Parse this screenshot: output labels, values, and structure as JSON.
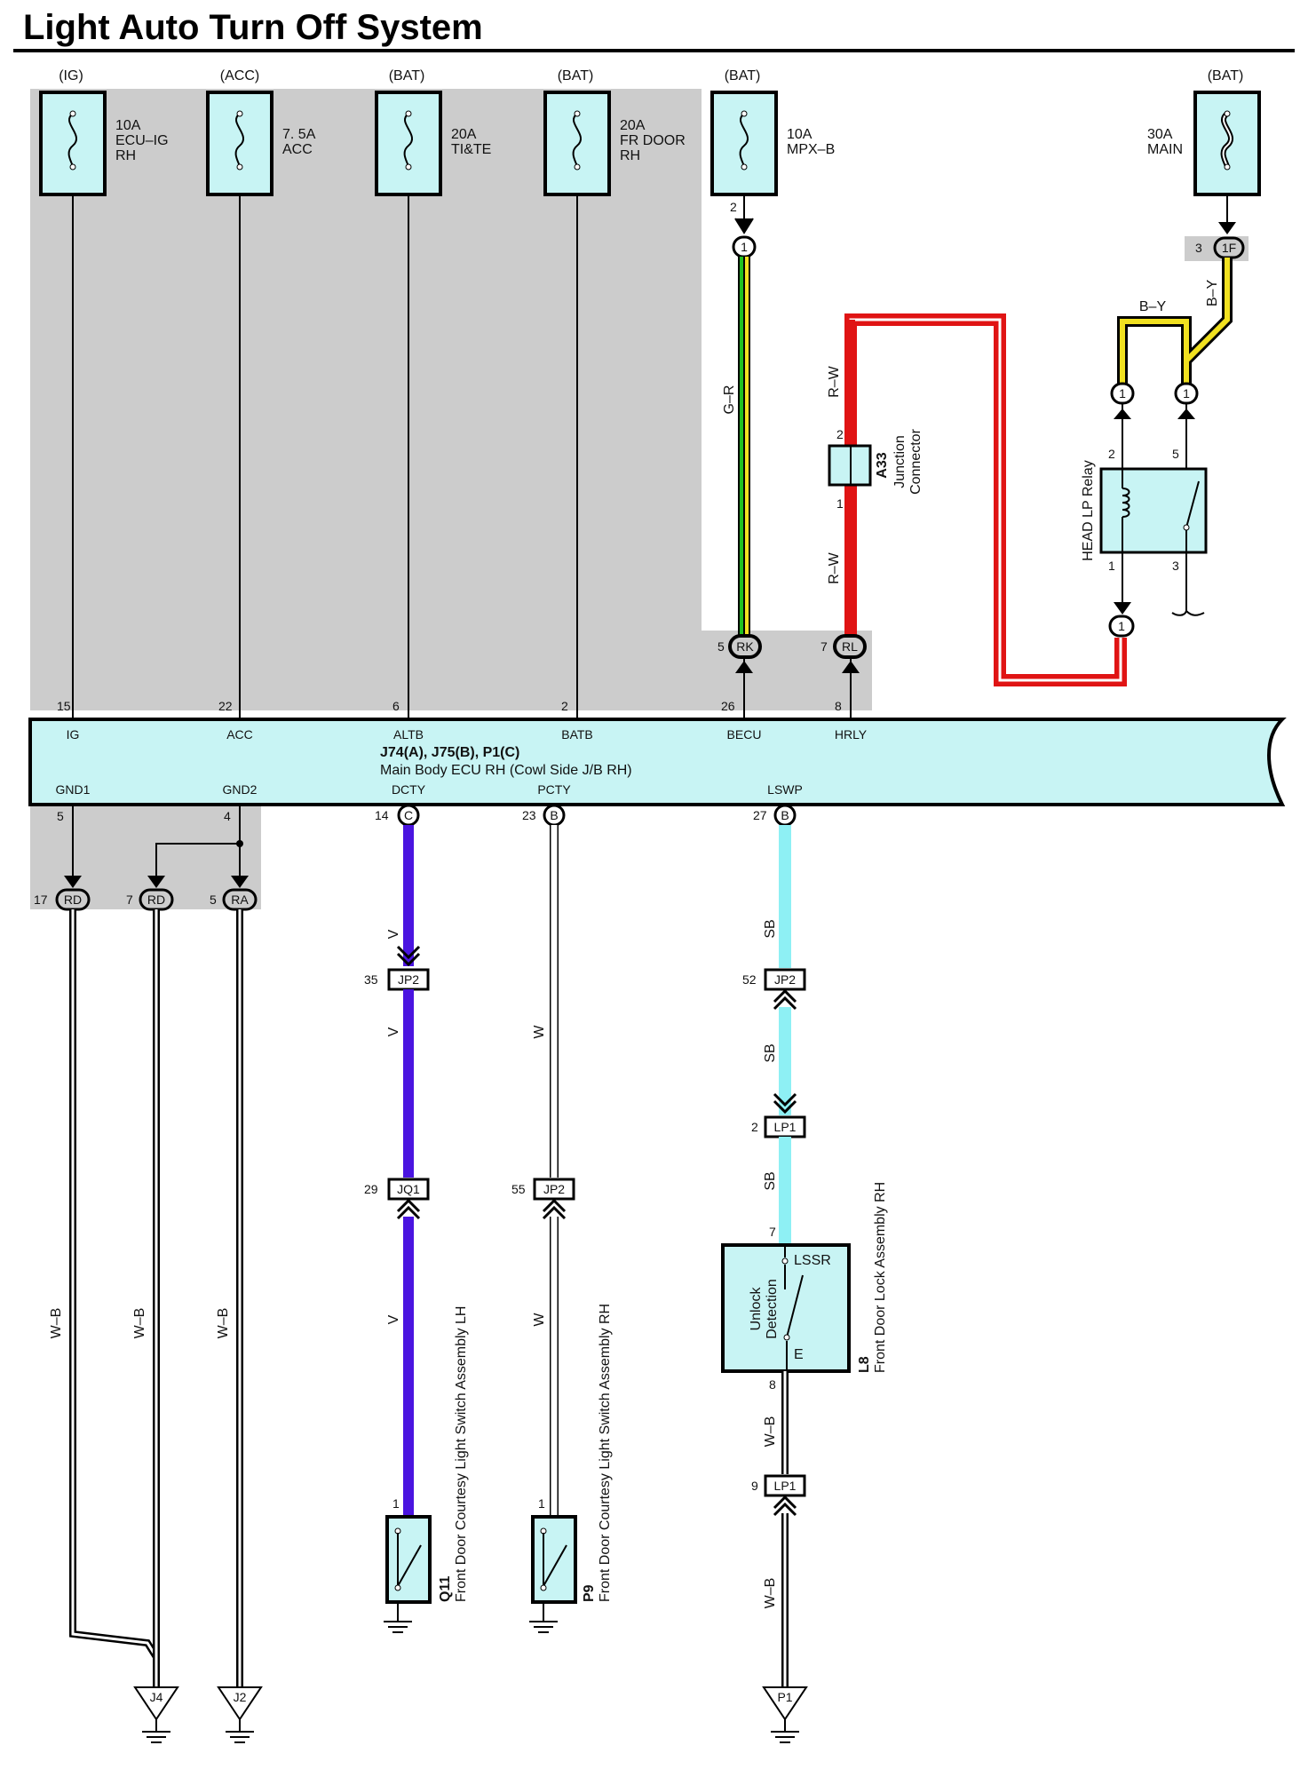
{
  "title": "Light Auto Turn Off System",
  "fuses": [
    {
      "source": "(IG)",
      "rating": "10A",
      "name1": "ECU–IG",
      "name2": "RH"
    },
    {
      "source": "(ACC)",
      "rating": "7. 5A",
      "name1": "ACC",
      "name2": ""
    },
    {
      "source": "(BAT)",
      "rating": "20A",
      "name1": "TI&TE",
      "name2": ""
    },
    {
      "source": "(BAT)",
      "rating": "20A",
      "name1": "FR DOOR",
      "name2": "RH"
    },
    {
      "source": "(BAT)",
      "rating": "10A",
      "name1": "MPX–B",
      "name2": ""
    },
    {
      "source": "(BAT)",
      "rating": "30A",
      "name1": "MAIN",
      "name2": ""
    }
  ],
  "ecu": {
    "id_line": "J74(A), J75(B), P1(C)",
    "name": "Main Body ECU RH (Cowl Side J/B RH)",
    "top_terms": [
      {
        "pin": "15",
        "label": "IG"
      },
      {
        "pin": "22",
        "label": "ACC"
      },
      {
        "pin": "6",
        "label": "ALTB"
      },
      {
        "pin": "2",
        "label": "BATB"
      },
      {
        "pin": "26",
        "label": "BECU"
      },
      {
        "pin": "8",
        "label": "HRLY"
      }
    ],
    "bottom_terms": [
      {
        "pin": "5",
        "label": "GND1"
      },
      {
        "pin": "4",
        "label": "GND2"
      },
      {
        "pin": "14",
        "label": "DCTY",
        "conn": "C"
      },
      {
        "pin": "23",
        "label": "PCTY",
        "conn": "B"
      },
      {
        "pin": "27",
        "label": "LSWP",
        "conn": "B"
      }
    ]
  },
  "connectors": {
    "mpx_pin": "2",
    "mpx_conn": "1",
    "main_pin": "3",
    "main_conn": "1F",
    "rk_pin": "5",
    "rk": "RK",
    "rl_pin": "7",
    "rl": "RL",
    "relay_conn": "1",
    "gnd": [
      {
        "pin": "17",
        "conn": "RD"
      },
      {
        "pin": "7",
        "conn": "RD"
      },
      {
        "pin": "5",
        "conn": "RA"
      }
    ],
    "dcty": [
      {
        "pin": "35",
        "conn": "JP2"
      },
      {
        "pin": "29",
        "conn": "JQ1"
      }
    ],
    "pcty": [
      {
        "pin": "55",
        "conn": "JP2"
      }
    ],
    "lswp": [
      {
        "pin": "52",
        "conn": "JP2"
      },
      {
        "pin": "2",
        "conn": "LP1"
      },
      {
        "pin": "9",
        "conn": "LP1"
      }
    ]
  },
  "wires": {
    "gr": "G–R",
    "rw": "R–W",
    "by": "B–Y",
    "wb": "W–B",
    "v": "V",
    "w": "W",
    "sb": "SB"
  },
  "components": {
    "a33_id": "A33",
    "a33_name1": "Junction",
    "a33_name2": "Connector",
    "a33_pin_top": "2",
    "a33_pin_bot": "1",
    "relay_name": "HEAD LP Relay",
    "relay_pins": [
      "2",
      "5",
      "1",
      "3"
    ],
    "q11_id": "Q11",
    "q11_name": "Front Door Courtesy Light Switch Assembly LH",
    "q11_pin": "1",
    "p9_id": "P9",
    "p9_name": "Front Door Courtesy Light Switch Assembly RH",
    "p9_pin": "1",
    "l8_id": "L8",
    "l8_name": "Front Door Lock Assembly RH",
    "l8_pin_top": "7",
    "l8_pin_bot": "8",
    "l8_lssr": "LSSR",
    "l8_e": "E",
    "l8_label1": "Unlock",
    "l8_label2": "Detection"
  },
  "grounds": [
    "J4",
    "J2",
    "P1"
  ],
  "colors": {
    "ecu_fill": "#c8f4f4",
    "shade": "#cccccc",
    "violet": "#4a14e0",
    "red": "#e01414",
    "yellow": "#f0e020",
    "green": "#20c020",
    "skyblue": "#8ef0f4"
  }
}
